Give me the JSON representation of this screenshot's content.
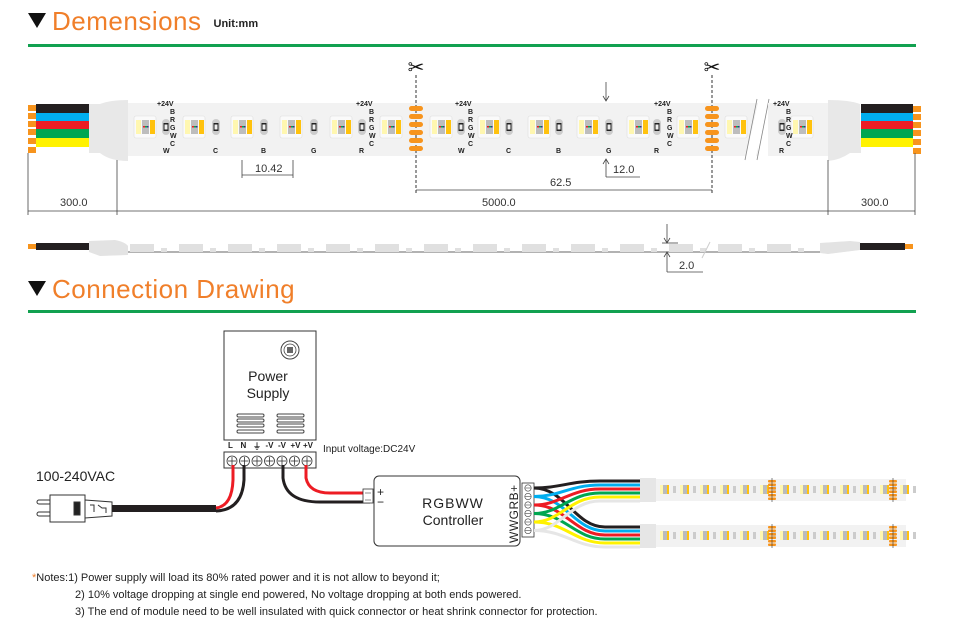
{
  "dimensions_section": {
    "title": "Demensions",
    "unit_label": "Unit:mm",
    "measurements": {
      "lead_left": "300.0",
      "lead_right": "300.0",
      "strip_length": "5000.0",
      "led_pitch": "10.42",
      "cut_unit": "62.5",
      "width": "12.0",
      "thickness": "2.0"
    },
    "pad_labels": [
      "+24V",
      "B",
      "R",
      "G",
      "W",
      "C"
    ],
    "resistor_labels": [
      "W",
      "C",
      "B",
      "G",
      "R",
      "W",
      "C",
      "B",
      "G",
      "R",
      "R"
    ],
    "wire_colors": [
      "#231f20",
      "#00aeef",
      "#ed1c24",
      "#00a651",
      "#fff200"
    ]
  },
  "connection_section": {
    "title": "Connection Drawing",
    "power_supply": {
      "label_line1": "Power",
      "label_line2": "Supply",
      "terminals": [
        "L",
        "N",
        "⏚",
        "-V",
        "-V",
        "+V",
        "+V"
      ],
      "input_voltage": "Input voltage:DC24V"
    },
    "ac_input": "100-240VAC",
    "controller": {
      "label_line1": "RGBWW",
      "label_line2": "Controller",
      "input_plus": "+",
      "input_minus": "−",
      "output_labels": "WWGRB+"
    }
  },
  "notes": {
    "prefix": "*",
    "label": "Notes:",
    "items": [
      "1) Power supply will load its 80% rated power and it is not allow to beyond it;",
      "2) 10% voltage dropping at single end powered, No voltage dropping at both ends powered.",
      "3) The end of module need to be well insulated with quick connector or heat shrink connector for protection."
    ]
  },
  "colors": {
    "accent_orange": "#f07f2a",
    "rule_green": "#12a150",
    "pad_orange": "#f7941d",
    "strip_white": "#f2f2f2"
  }
}
